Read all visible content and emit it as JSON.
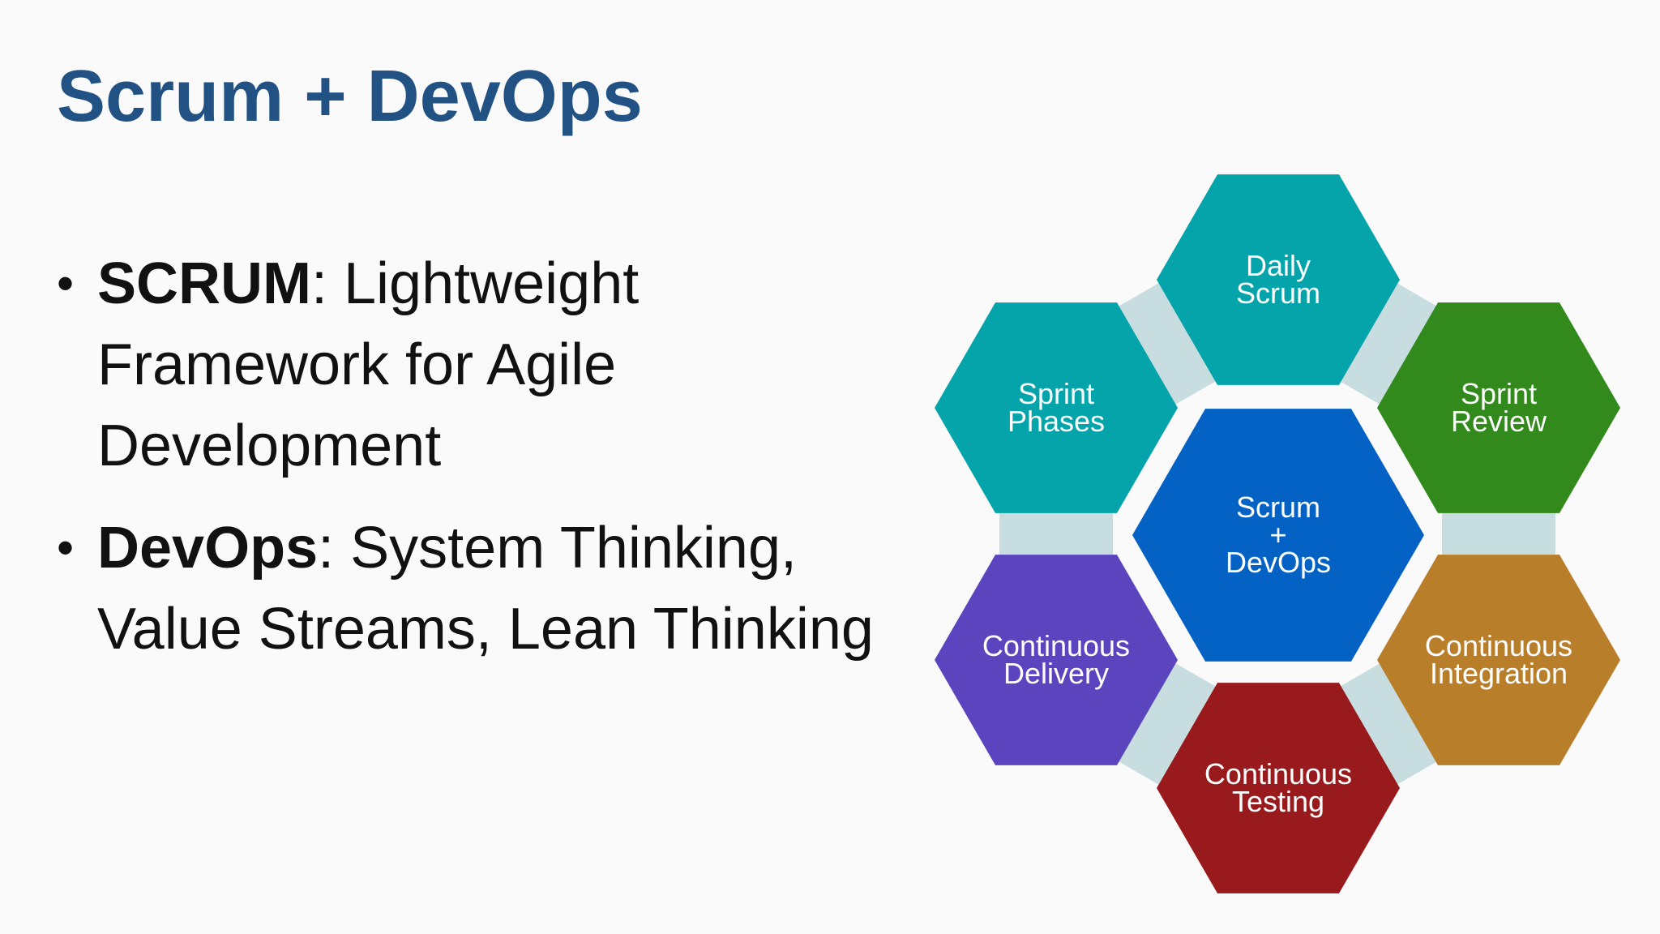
{
  "slide": {
    "title": "Scrum + DevOps",
    "bullets": [
      {
        "term": "SCRUM",
        "text": ": Lightweight Framework for Agile Development"
      },
      {
        "term": "DevOps",
        "text": ": System Thinking, Value Streams, Lean Thinking"
      }
    ]
  },
  "diagram": {
    "center": {
      "lines": [
        "Scrum",
        "+",
        "DevOps"
      ],
      "color": "#0462c4"
    },
    "hexes": [
      {
        "id": "daily-scrum",
        "lines": [
          "Daily",
          "Scrum"
        ],
        "color": "#04a4aa"
      },
      {
        "id": "sprint-phases",
        "lines": [
          "Sprint",
          "Phases"
        ],
        "color": "#04a4aa"
      },
      {
        "id": "sprint-review",
        "lines": [
          "Sprint",
          "Review"
        ],
        "color": "#32891c"
      },
      {
        "id": "continuous-delivery",
        "lines": [
          "Continuous",
          "Delivery"
        ],
        "color": "#5b45bf"
      },
      {
        "id": "continuous-integration",
        "lines": [
          "Continuous",
          "Integration"
        ],
        "color": "#b97e2a"
      },
      {
        "id": "continuous-testing",
        "lines": [
          "Continuous",
          "Testing"
        ],
        "color": "#991a1d"
      }
    ],
    "connector_color": "#c8dde0"
  }
}
